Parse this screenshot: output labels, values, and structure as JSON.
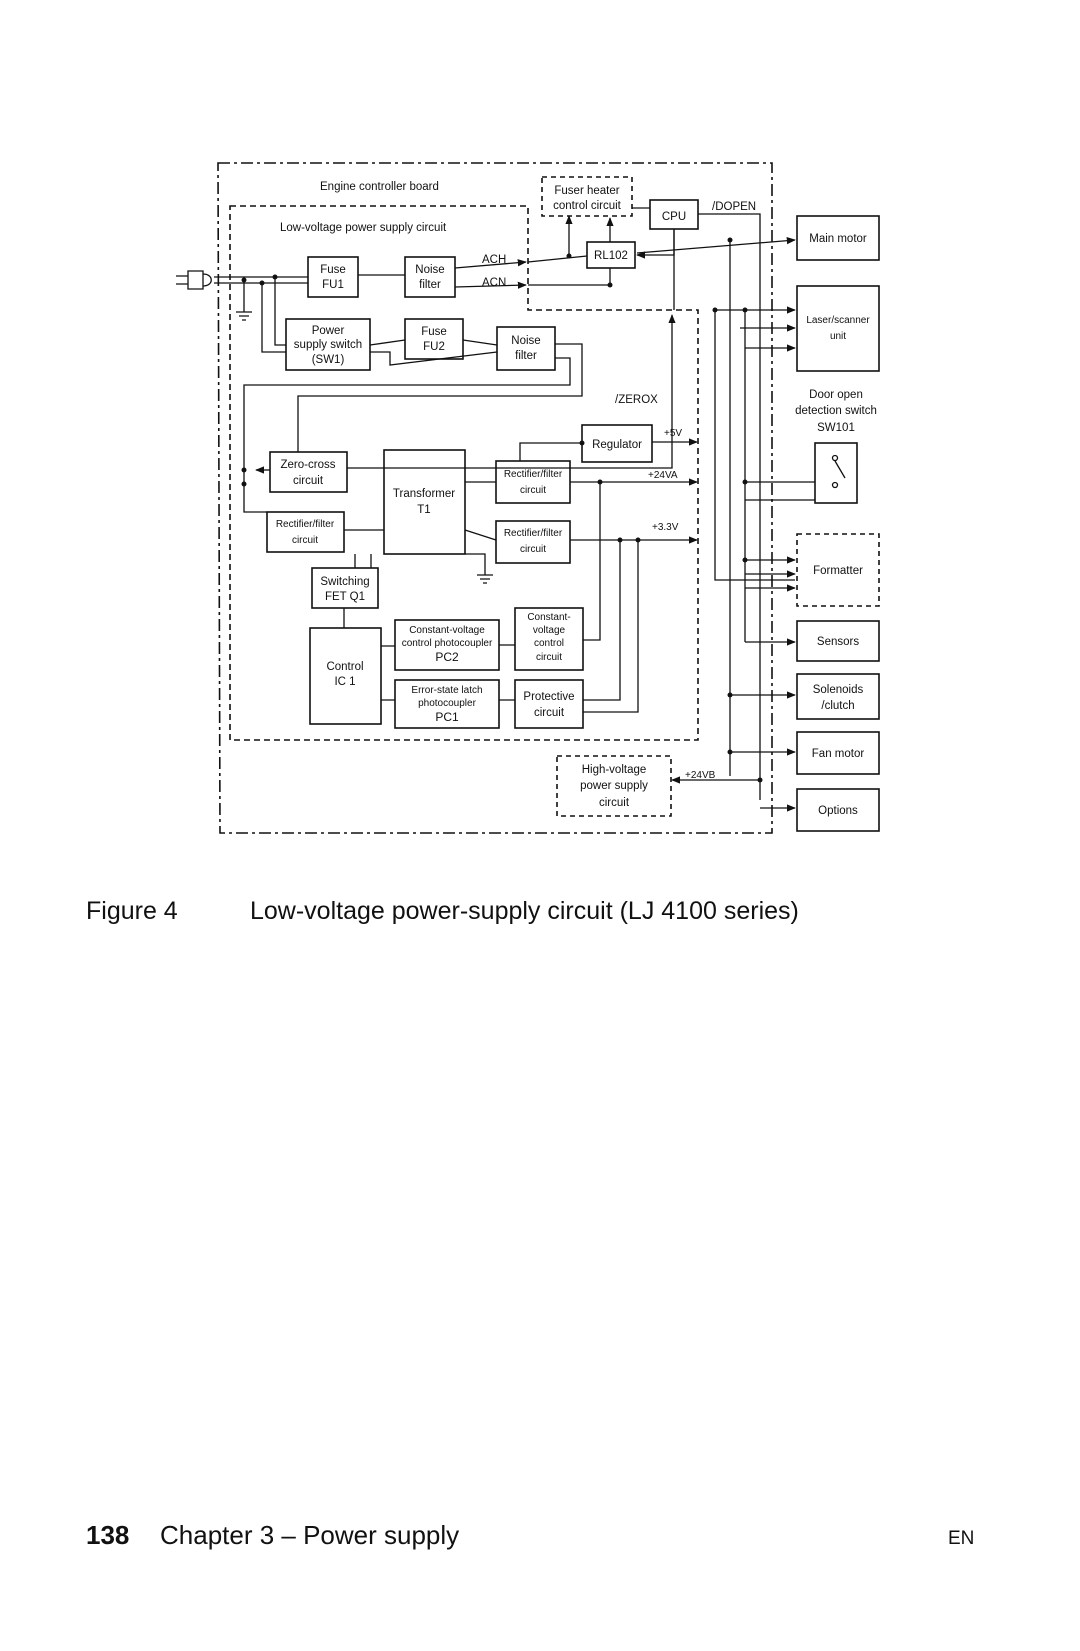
{
  "diagram": {
    "board": "Engine controller board",
    "lv_circuit": "Low-voltage power supply circuit",
    "fuser_heater": [
      "Fuser heater",
      "control circuit"
    ],
    "cpu": "CPU",
    "dopen": "/DOPEN",
    "rl102": "RL102",
    "fuse1": [
      "Fuse",
      "FU1"
    ],
    "noise1": [
      "Noise",
      "filter"
    ],
    "ach": "ACH",
    "acn": "ACN",
    "power_switch": [
      "Power",
      "supply switch",
      "(SW1)"
    ],
    "fuse2": [
      "Fuse",
      "FU2"
    ],
    "noise2": [
      "Noise",
      "filter"
    ],
    "zerox": "/ZEROX",
    "regulator": "Regulator",
    "v5": "+5V",
    "zero_cross": [
      "Zero-cross",
      "circuit"
    ],
    "transformer": [
      "Transformer",
      "T1"
    ],
    "rect1": [
      "Rectifier/filter",
      "circuit"
    ],
    "v24va": "+24VA",
    "rect_left": [
      "Rectifier/filter",
      "circuit"
    ],
    "rect2": [
      "Rectifier/filter",
      "circuit"
    ],
    "v33": "+3.3V",
    "switching": [
      "Switching",
      "FET  Q1"
    ],
    "control_ic": [
      "Control",
      "IC 1"
    ],
    "pc2": [
      "Constant-voltage",
      "control photocoupler",
      "PC2"
    ],
    "const_v": [
      "Constant-",
      "voltage",
      "control",
      "circuit"
    ],
    "pc1": [
      "Error-state latch",
      "photocoupler",
      "PC1"
    ],
    "protective": [
      "Protective",
      "circuit"
    ],
    "hv": [
      "High-voltage",
      "power supply",
      "circuit"
    ],
    "v24vb": "+24VB",
    "main_motor": "Main motor",
    "laser": [
      "Laser/scanner",
      "unit"
    ],
    "door": [
      "Door open",
      "detection switch",
      "SW101"
    ],
    "formatter": "Formatter",
    "sensors": "Sensors",
    "solenoids": [
      "Solenoids",
      "/clutch"
    ],
    "fan": "Fan motor",
    "options": "Options"
  },
  "caption": {
    "number": "Figure 4",
    "title": "Low-voltage power-supply circuit (LJ 4100 series)"
  },
  "footer": {
    "page": "138",
    "chapter": "Chapter 3 –  Power supply",
    "lang": "EN"
  }
}
